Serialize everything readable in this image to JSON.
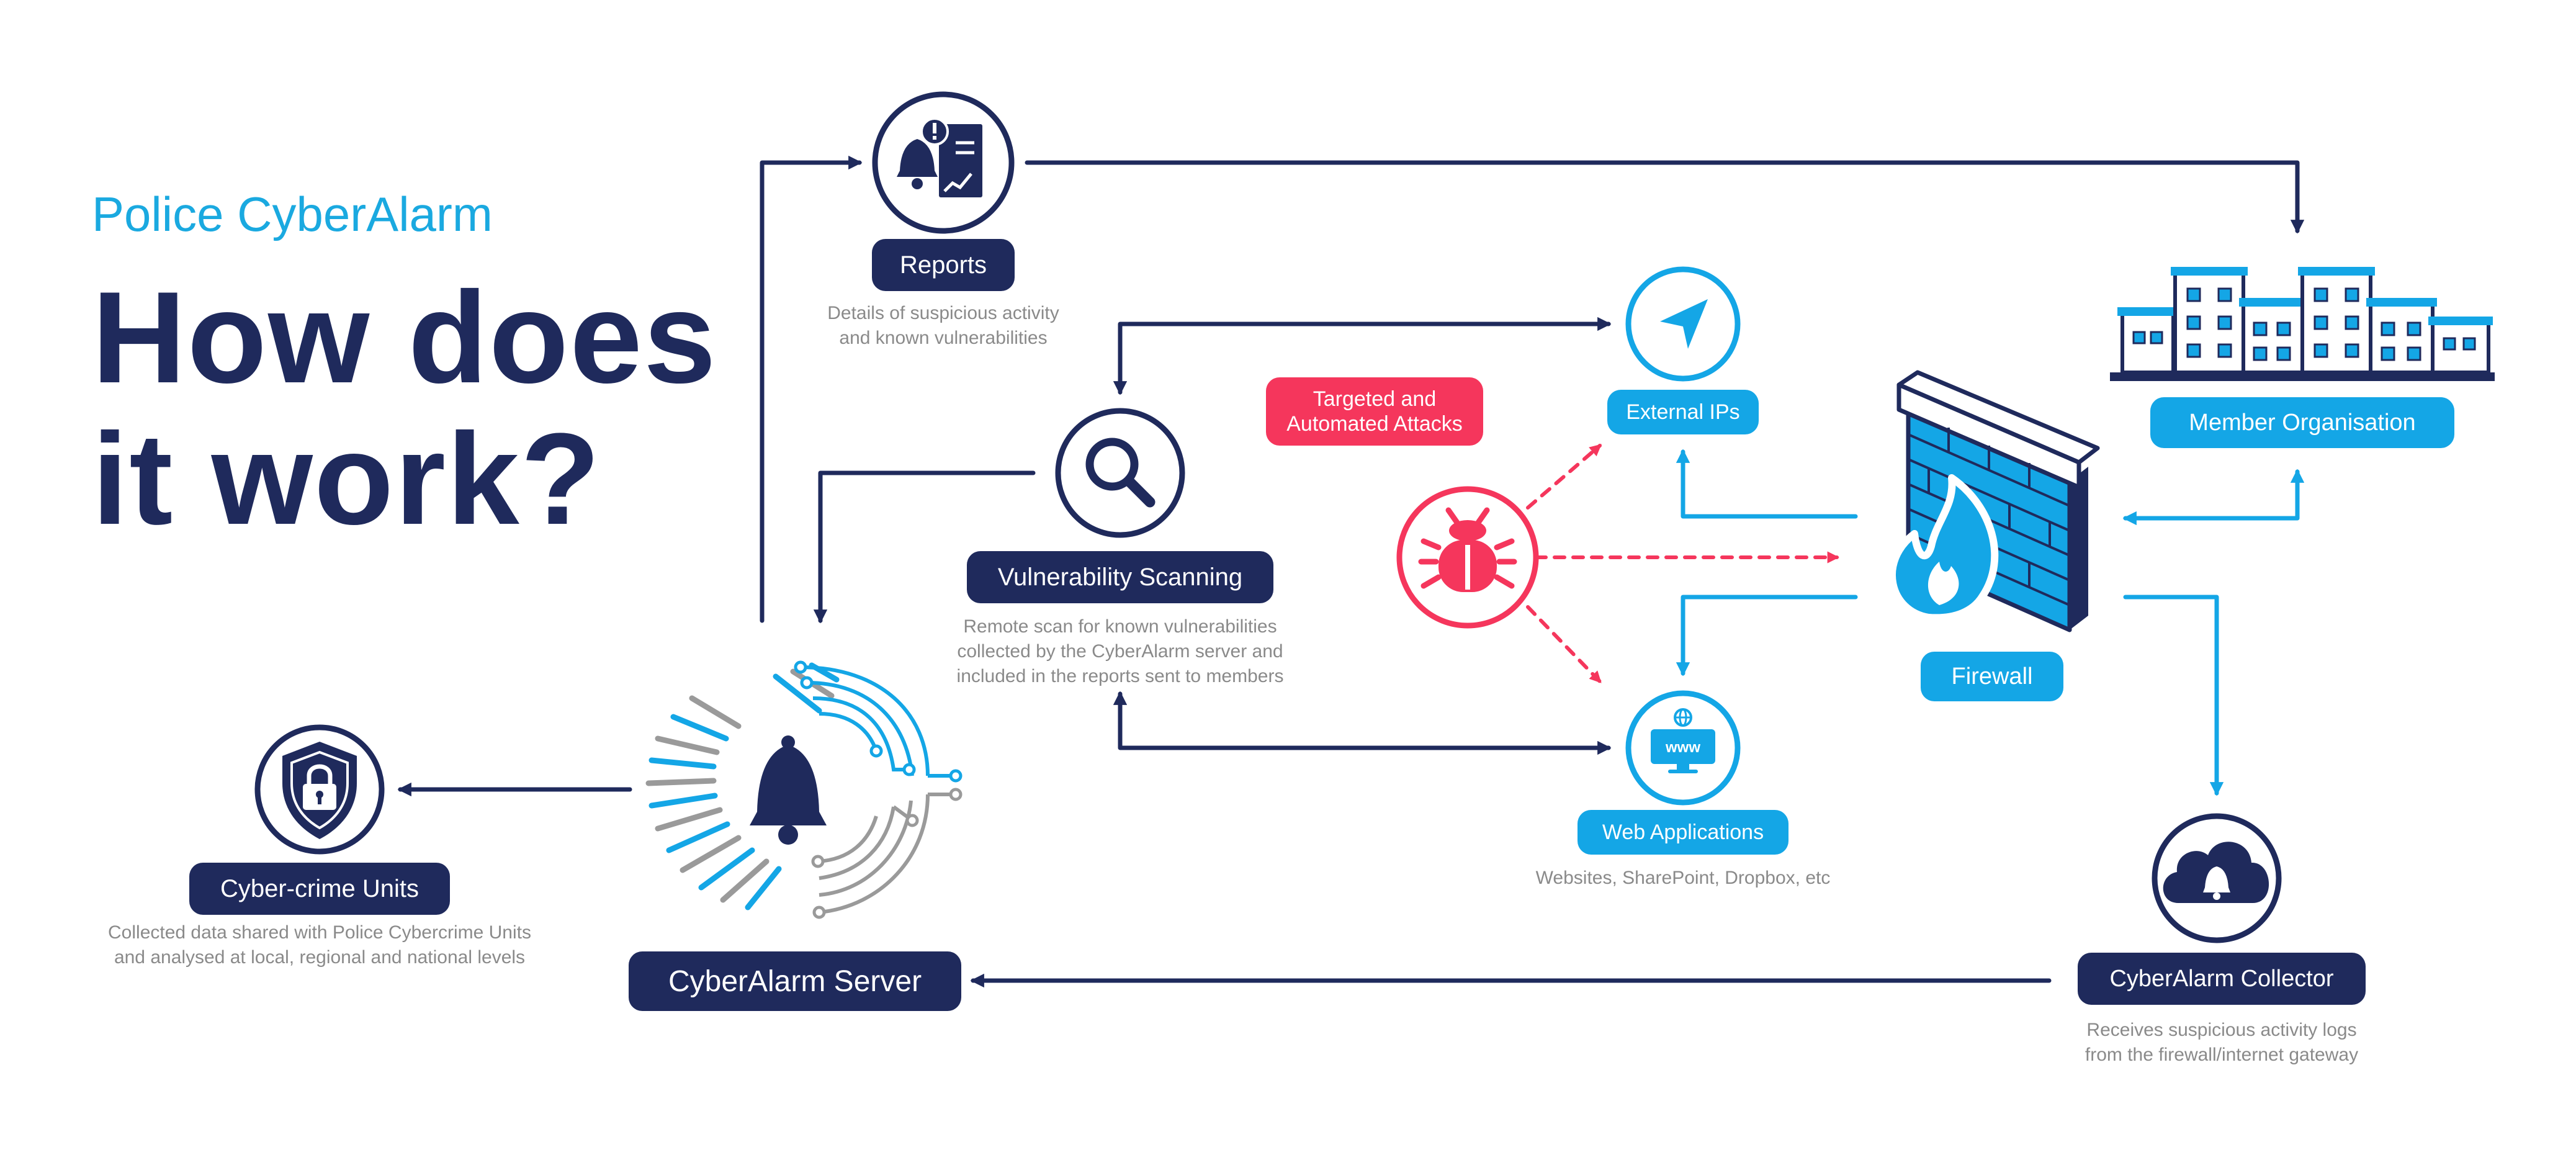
{
  "header": {
    "subtitle": "Police CyberAlarm",
    "title_line1": "How does",
    "title_line2": "it work?"
  },
  "nodes": {
    "reports": {
      "label": "Reports",
      "desc_line1": "Details of suspicious activity",
      "desc_line2": "and known vulnerabilities"
    },
    "vulnerability_scanning": {
      "label": "Vulnerability Scanning",
      "desc_line1": "Remote scan for known vulnerabilities",
      "desc_line2": "collected by the CyberAlarm server and",
      "desc_line3": "included in the reports sent to members"
    },
    "attacks": {
      "label_line1": "Targeted and",
      "label_line2": "Automated Attacks"
    },
    "external_ips": {
      "label": "External IPs"
    },
    "web_applications": {
      "label": "Web Applications",
      "desc": "Websites, SharePoint, Dropbox, etc"
    },
    "firewall": {
      "label": "Firewall"
    },
    "member_organisation": {
      "label": "Member Organisation"
    },
    "cybercrime_units": {
      "label": "Cyber-crime Units",
      "desc_line1": "Collected data shared with Police Cybercrime Units",
      "desc_line2": "and analysed at local, regional and national levels"
    },
    "server": {
      "label": "CyberAlarm Server"
    },
    "collector": {
      "label": "CyberAlarm Collector",
      "desc_line1": "Receives suspicious activity logs",
      "desc_line2": "from the firewall/internet gateway"
    }
  },
  "icons": {
    "reports": "report-alert-icon",
    "scanning": "magnifier-icon",
    "attacks": "bug-icon",
    "external_ips": "location-arrow-icon",
    "web_applications": "www-monitor-icon",
    "firewall": "firewall-brick-flame-icon",
    "member_organisation": "buildings-icon",
    "cybercrime_units": "shield-lock-icon",
    "server": "bell-circuit-icon",
    "collector": "cloud-bell-icon"
  },
  "colors": {
    "navy": "#1f2a5c",
    "blue": "#14a6e6",
    "red": "#f5365c",
    "gray_text": "#8a8a8a"
  }
}
